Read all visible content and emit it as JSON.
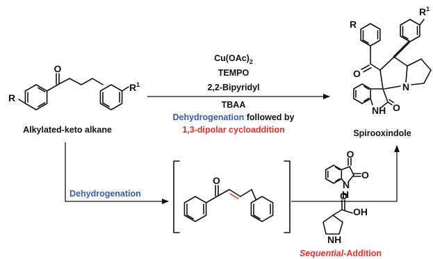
{
  "reagents": {
    "cu": "Cu(OAc)",
    "cu_sub": "2",
    "tempo": "TEMPO",
    "bipy": "2,2-Bipyridyl",
    "tbaa": "TBAA",
    "dehydro_part": "Dehydrogenation",
    "followed_part": " followed by",
    "cycloaddition": "1,3-dipolar cycloaddition"
  },
  "labels": {
    "starting_material": "Alkylated-keto alkane",
    "product": "Spirooxindole",
    "dehydrogenation_step": "Dehydrogenation",
    "sequential_italic": "Sequential",
    "sequential_rest": "-Addition"
  },
  "atoms": {
    "R": "R",
    "R1_main": "R",
    "R1_sup": "1",
    "O": "O",
    "N": "N",
    "H": "H",
    "NH": "NH",
    "OH": "OH"
  },
  "colors": {
    "blue": "#3b5aa8",
    "red": "#e2312d"
  }
}
